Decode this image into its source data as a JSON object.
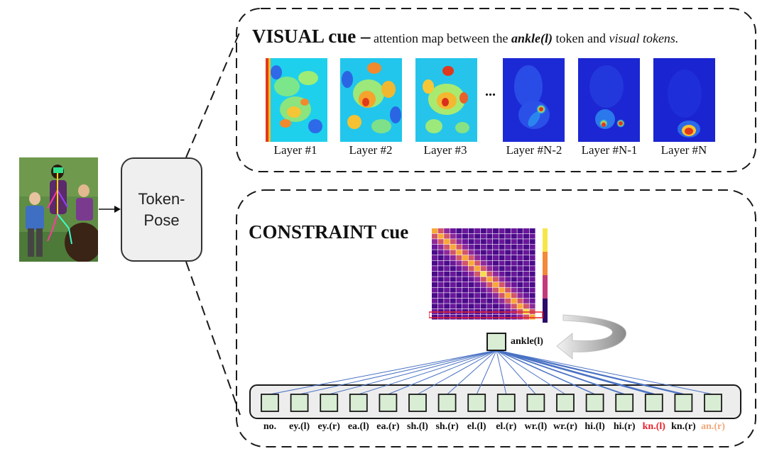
{
  "model_box": {
    "line1": "Token-",
    "line2": "Pose"
  },
  "visual_panel": {
    "title_bold": "VISUAL cue –",
    "desc_prefix": " attention map between the ",
    "desc_token": "ankle(l)",
    "desc_mid": " token and ",
    "desc_suffix": "visual tokens.",
    "ellipsis": "...",
    "layers": [
      "Layer #1",
      "Layer #2",
      "Layer #3",
      "Layer #N-2",
      "Layer #N-1",
      "Layer #N"
    ]
  },
  "constraint_panel": {
    "title": "CONSTRAINT cue",
    "query_token": "ankle(l)",
    "tokens": [
      {
        "label": "no.",
        "color": "#111111"
      },
      {
        "label": "ey.(l)",
        "color": "#111111"
      },
      {
        "label": "ey.(r)",
        "color": "#111111"
      },
      {
        "label": "ea.(l)",
        "color": "#111111"
      },
      {
        "label": "ea.(r)",
        "color": "#111111"
      },
      {
        "label": "sh.(l)",
        "color": "#111111"
      },
      {
        "label": "sh.(r)",
        "color": "#111111"
      },
      {
        "label": "el.(l)",
        "color": "#111111"
      },
      {
        "label": "el.(r)",
        "color": "#111111"
      },
      {
        "label": "wr.(l)",
        "color": "#111111"
      },
      {
        "label": "wr.(r)",
        "color": "#111111"
      },
      {
        "label": "hi.(l)",
        "color": "#111111"
      },
      {
        "label": "hi.(r)",
        "color": "#111111"
      },
      {
        "label": "kn.(l)",
        "color": "#e8202a"
      },
      {
        "label": "kn.(r)",
        "color": "#111111"
      },
      {
        "label": "an.(r)",
        "color": "#f2a87a"
      }
    ]
  },
  "colors": {
    "token_fill": "#d9ecd4",
    "tokens_panel": "#ededed",
    "line_blue": "#4a72c4",
    "highlight_red": "#e8202a"
  }
}
